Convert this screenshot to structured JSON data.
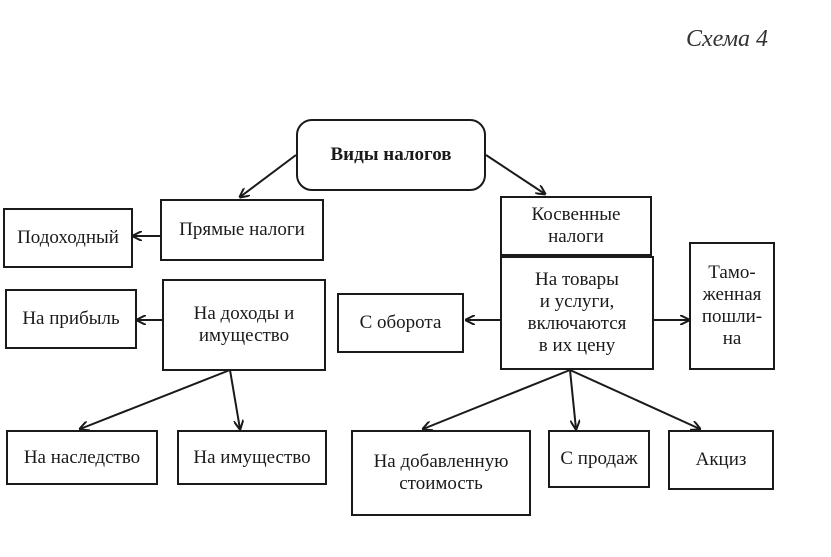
{
  "caption": "Схема 4",
  "nodes": {
    "root": "Виды налогов",
    "direct": "Прямые налоги",
    "indirect": "Косвенные\nналоги",
    "income": "Подоходный",
    "profit": "На прибыль",
    "income_property": "На доходы и\nимущество",
    "inheritance": "На наследство",
    "property": "На имущество",
    "turnover": "С оборота",
    "goods_services": "На товары\nи услуги,\nвключаются\nв их цену",
    "customs": "Тамо-\nженная\nпошли-\nна",
    "vat": "На добавленную\nстоимость",
    "sales": "С продаж",
    "excise": "Акциз"
  }
}
